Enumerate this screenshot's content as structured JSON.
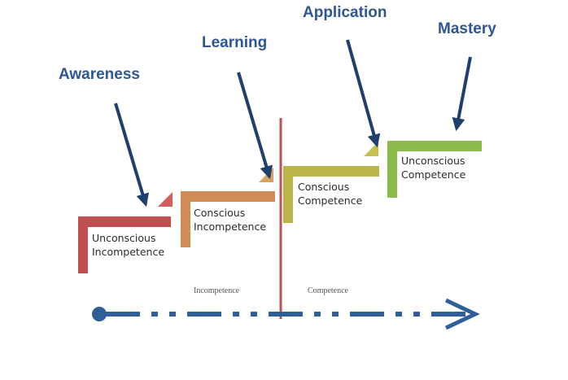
{
  "stages": [
    {
      "label": "Awareness"
    },
    {
      "label": "Learning"
    },
    {
      "label": "Application"
    },
    {
      "label": "Mastery"
    }
  ],
  "steps": [
    {
      "line1": "Unconscious",
      "line2": "Incompetence",
      "color": "#c0504d"
    },
    {
      "line1": "Conscious",
      "line2": "Incompetence",
      "color": "#d08b57"
    },
    {
      "line1": "Conscious",
      "line2": "Competence",
      "color": "#b9b54a"
    },
    {
      "line1": "Unconscious",
      "line2": "Competence",
      "color": "#8bbc4b"
    }
  ],
  "zones": {
    "left": "Incompetence",
    "right": "Competence"
  },
  "colors": {
    "stage_text": "#2e5596",
    "arrow": "#1f3f6e",
    "axis": "#2f5f98",
    "divider": "#c0504d"
  }
}
